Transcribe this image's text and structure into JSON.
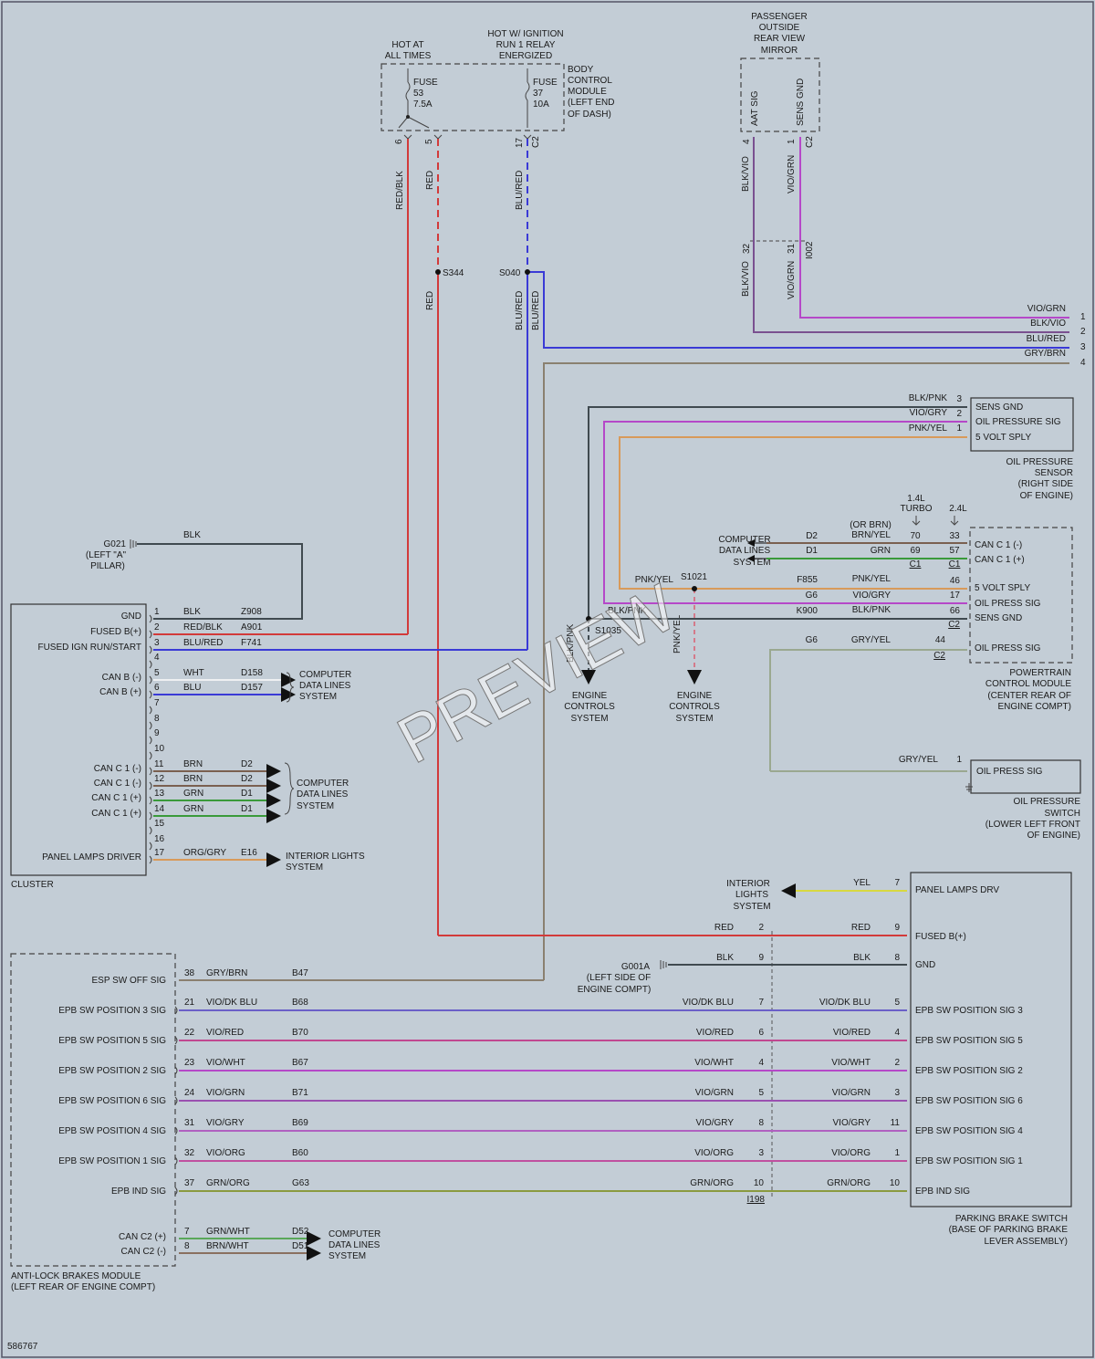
{
  "diagram_id": "586767",
  "watermark": "PREVIEW",
  "colors": {
    "red": "#d23a3a",
    "blue": "#3a3ad6",
    "violet": "#b548c8",
    "brown": "#7a6050",
    "green": "#3a9a3a",
    "gray": "#8a8a8a",
    "grygrn": "#9aa890",
    "orange": "#d89a5a",
    "yellow": "#d8d840",
    "pink": "#d47a8a",
    "dark": "#404a50",
    "white": "#eef0f2",
    "grn_wht": "#5aa85a",
    "brn_wht": "#8a7060",
    "grn_org": "#8a9a40",
    "vio_grn": "#9a50b0",
    "vio_blk": "#7a5090",
    "grybrn": "#8a8070"
  },
  "top": {
    "hot_at_all_times": [
      "HOT AT",
      "ALL TIMES"
    ],
    "hot_ign": [
      "HOT W/ IGNITION",
      "RUN 1 RELAY",
      "ENERGIZED"
    ],
    "bcm": [
      "BODY",
      "CONTROL",
      "MODULE",
      "(LEFT END",
      "OF DASH)"
    ],
    "fuse53": [
      "FUSE",
      "53",
      "7.5A"
    ],
    "fuse37": [
      "FUSE",
      "37",
      "10A"
    ],
    "pin6": "6",
    "pin5": "5",
    "pin17": "17",
    "conn_c2": "C2",
    "w_redblk": "RED/BLK",
    "w_red": "RED",
    "w_blured": "BLU/RED",
    "s344": "S344",
    "s040": "S040"
  },
  "mirror": {
    "title": [
      "PASSENGER",
      "OUTSIDE",
      "REAR VIEW",
      "MIRROR"
    ],
    "aat_sig": "AAT SIG",
    "sens_gnd": "SENS GND",
    "pin4": "4",
    "pin1": "1",
    "c2": "C2",
    "blkvio": "BLK/VIO",
    "viogrn": "VIO/GRN",
    "pin32": "32",
    "pin31": "31",
    "i002": "I002"
  },
  "right_bus": {
    "items": [
      {
        "color": "VIO/GRN",
        "pin": "1"
      },
      {
        "color": "BLK/VIO",
        "pin": "2"
      },
      {
        "color": "BLU/RED",
        "pin": "3"
      },
      {
        "color": "GRY/BRN",
        "pin": "4"
      }
    ]
  },
  "oil_sensor": {
    "rows": [
      {
        "wire": "BLK/PNK",
        "pin": "3",
        "label": "SENS GND"
      },
      {
        "wire": "VIO/GRY",
        "pin": "2",
        "label": "OIL PRESSURE SIG"
      },
      {
        "wire": "PNK/YEL",
        "pin": "1",
        "label": "5 VOLT SPLY"
      }
    ],
    "caption": [
      "OIL PRESSURE",
      "SENSOR",
      "(RIGHT SIDE",
      "OF ENGINE)"
    ]
  },
  "pcm": {
    "hdr_14": [
      "1.4L",
      "TURBO"
    ],
    "hdr_24": "2.4L",
    "or_brn": "(OR BRN)",
    "cdl": [
      "COMPUTER",
      "DATA LINES",
      "SYSTEM"
    ],
    "rows": [
      {
        "circuit": "D2",
        "wire": "BRN/YEL",
        "p1": "70",
        "p2": "33",
        "label": "CAN C 1 (-)"
      },
      {
        "circuit": "D1",
        "wire": "GRN",
        "p1": "69",
        "p2": "57",
        "label": "CAN C 1 (+)"
      }
    ],
    "c1a": "C1",
    "c1b": "C1",
    "rows2": [
      {
        "circuit": "F855",
        "wire": "PNK/YEL",
        "pin": "46",
        "label": "5 VOLT SPLY"
      },
      {
        "circuit": "G6",
        "wire": "VIO/GRY",
        "pin": "17",
        "label": "OIL PRESS SIG"
      },
      {
        "circuit": "K900",
        "wire": "BLK/PNK",
        "pin": "66",
        "label": "SENS GND"
      }
    ],
    "c2a": "C2",
    "row_g6": {
      "circuit": "G6",
      "wire": "GRY/YEL",
      "pin": "44",
      "label": "OIL PRESS SIG"
    },
    "c2b": "C2",
    "caption": [
      "POWERTRAIN",
      "CONTROL MODULE",
      "(CENTER REAR OF",
      "ENGINE COMPT)"
    ],
    "pnkyel": "PNK/YEL",
    "s1021": "S1021",
    "blkpnk": "BLK/PNK",
    "s1035": "S1035",
    "blkpnk_v": "BLK/PNK",
    "pnkyel_v": "PNK/YEL",
    "ecs1": [
      "ENGINE",
      "CONTROLS",
      "SYSTEM"
    ],
    "ecs2": [
      "ENGINE",
      "CONTROLS",
      "SYSTEM"
    ]
  },
  "oil_switch": {
    "wire": "GRY/YEL",
    "pin": "1",
    "label": "OIL PRESS SIG",
    "caption": [
      "OIL PRESSURE",
      "SWITCH",
      "(LOWER LEFT FRONT",
      "OF ENGINE)"
    ]
  },
  "g021": {
    "name": "G021",
    "loc": [
      "(LEFT \"A\"",
      "PILLAR)"
    ],
    "wire": "BLK"
  },
  "cluster": {
    "title": "CLUSTER",
    "rows": [
      {
        "pin": "1",
        "label": "GND",
        "wire": "BLK",
        "circuit": "Z908"
      },
      {
        "pin": "2",
        "label": "FUSED B(+)",
        "wire": "RED/BLK",
        "circuit": "A901"
      },
      {
        "pin": "3",
        "label": "FUSED IGN RUN/START",
        "wire": "BLU/RED",
        "circuit": "F741"
      },
      {
        "pin": "4",
        "label": "",
        "wire": "",
        "circuit": ""
      },
      {
        "pin": "5",
        "label": "CAN B (-)",
        "wire": "WHT",
        "circuit": "D158"
      },
      {
        "pin": "6",
        "label": "CAN B (+)",
        "wire": "BLU",
        "circuit": "D157"
      },
      {
        "pin": "7",
        "label": "",
        "wire": "",
        "circuit": ""
      },
      {
        "pin": "8",
        "label": "",
        "wire": "",
        "circuit": ""
      },
      {
        "pin": "9",
        "label": "",
        "wire": "",
        "circuit": ""
      },
      {
        "pin": "10",
        "label": "",
        "wire": "",
        "circuit": ""
      },
      {
        "pin": "11",
        "label": "CAN C 1 (-)",
        "wire": "BRN",
        "circuit": "D2"
      },
      {
        "pin": "12",
        "label": "CAN C 1 (-)",
        "wire": "BRN",
        "circuit": "D2"
      },
      {
        "pin": "13",
        "label": "CAN C 1 (+)",
        "wire": "GRN",
        "circuit": "D1"
      },
      {
        "pin": "14",
        "label": "CAN C 1 (+)",
        "wire": "GRN",
        "circuit": "D1"
      },
      {
        "pin": "15",
        "label": "",
        "wire": "",
        "circuit": ""
      },
      {
        "pin": "16",
        "label": "",
        "wire": "",
        "circuit": ""
      },
      {
        "pin": "17",
        "label": "PANEL LAMPS DRIVER",
        "wire": "ORG/GRY",
        "circuit": "E16"
      }
    ],
    "cdl1": [
      "COMPUTER",
      "DATA LINES",
      "SYSTEM"
    ],
    "cdl2": [
      "COMPUTER",
      "DATA LINES",
      "SYSTEM"
    ],
    "ils": [
      "INTERIOR LIGHTS",
      "SYSTEM"
    ]
  },
  "pbs": {
    "ils": [
      "INTERIOR",
      "LIGHTS",
      "SYSTEM"
    ],
    "yel": "YEL",
    "pin7": "7",
    "panel": "PANEL LAMPS DRV",
    "red_l": "RED",
    "red_lp": "2",
    "red_r": "RED",
    "red_rp": "9",
    "fused": "FUSED B(+)",
    "blk_l": "BLK",
    "blk_lp": "9",
    "blk_r": "BLK",
    "blk_rp": "8",
    "gnd": "GND",
    "g001a": [
      "G001A",
      "(LEFT SIDE OF",
      "ENGINE COMPT)"
    ],
    "caption": [
      "PARKING BRAKE SWITCH",
      "(BASE OF PARKING BRAKE",
      "LEVER ASSEMBLY)"
    ],
    "i198": "I198"
  },
  "abs": {
    "title": [
      "ANTI-LOCK BRAKES MODULE",
      "(LEFT REAR OF ENGINE COMPT)"
    ],
    "esp": {
      "pin": "38",
      "label": "ESP SW OFF SIG",
      "wire": "GRY/BRN",
      "circuit": "B47"
    },
    "rows": [
      {
        "pin": "21",
        "label": "EPB SW POSITION 3 SIG",
        "wire": "VIO/DK BLU",
        "circuit": "B68",
        "lw": "VIO/DK BLU",
        "lp": "7",
        "rw": "VIO/DK BLU",
        "rp": "5",
        "rl": "EPB SW POSITION SIG 3"
      },
      {
        "pin": "22",
        "label": "EPB SW POSITION 5 SIG",
        "wire": "VIO/RED",
        "circuit": "B70",
        "lw": "VIO/RED",
        "lp": "6",
        "rw": "VIO/RED",
        "rp": "4",
        "rl": "EPB SW POSITION SIG 5"
      },
      {
        "pin": "23",
        "label": "EPB SW POSITION 2 SIG",
        "wire": "VIO/WHT",
        "circuit": "B67",
        "lw": "VIO/WHT",
        "lp": "4",
        "rw": "VIO/WHT",
        "rp": "2",
        "rl": "EPB SW POSITION SIG 2"
      },
      {
        "pin": "24",
        "label": "EPB SW POSITION 6 SIG",
        "wire": "VIO/GRN",
        "circuit": "B71",
        "lw": "VIO/GRN",
        "lp": "5",
        "rw": "VIO/GRN",
        "rp": "3",
        "rl": "EPB SW POSITION SIG 6"
      },
      {
        "pin": "31",
        "label": "EPB SW POSITION 4 SIG",
        "wire": "VIO/GRY",
        "circuit": "B69",
        "lw": "VIO/GRY",
        "lp": "8",
        "rw": "VIO/GRY",
        "rp": "11",
        "rl": "EPB SW POSITION SIG 4"
      },
      {
        "pin": "32",
        "label": "EPB SW POSITION 1 SIG",
        "wire": "VIO/ORG",
        "circuit": "B60",
        "lw": "VIO/ORG",
        "lp": "3",
        "rw": "VIO/ORG",
        "rp": "1",
        "rl": "EPB SW POSITION SIG 1"
      },
      {
        "pin": "37",
        "label": "EPB IND SIG",
        "wire": "GRN/ORG",
        "circuit": "G63",
        "lw": "GRN/ORG",
        "lp": "10",
        "rw": "GRN/ORG",
        "rp": "10",
        "rl": "EPB IND SIG"
      }
    ],
    "can": [
      {
        "pin": "7",
        "label": "CAN C2 (+)",
        "wire": "GRN/WHT",
        "circuit": "D52"
      },
      {
        "pin": "8",
        "label": "CAN C2 (-)",
        "wire": "BRN/WHT",
        "circuit": "D51"
      }
    ],
    "cdl": [
      "COMPUTER",
      "DATA LINES",
      "SYSTEM"
    ]
  }
}
